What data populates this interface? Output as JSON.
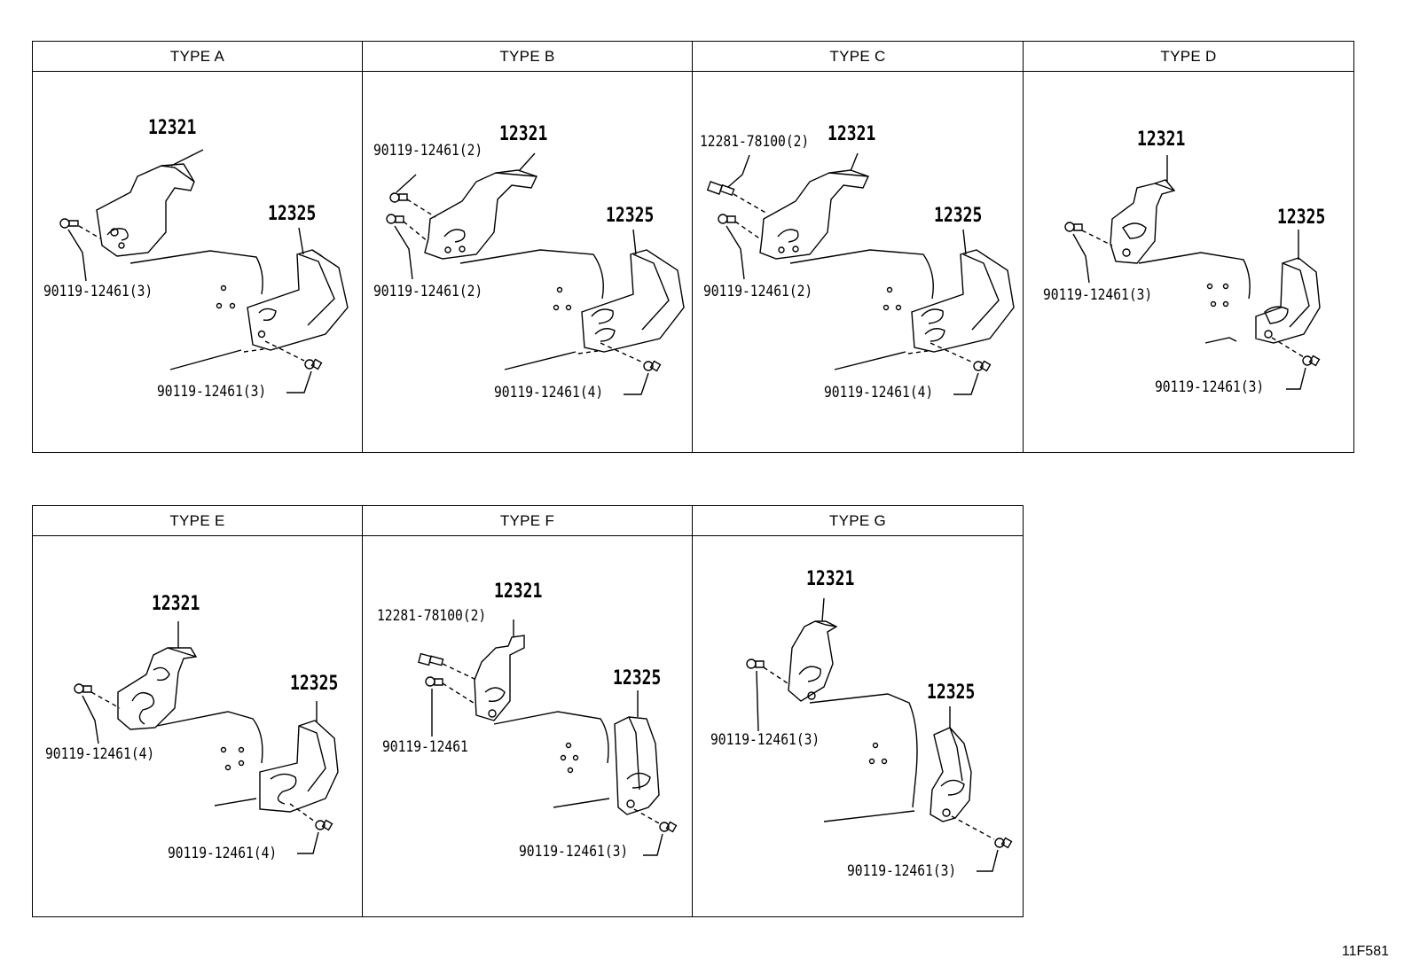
{
  "panels": [
    {
      "title": "TYPE A",
      "labels": {
        "bracket_upper": "12321",
        "bracket_lower": "12325",
        "bolt_upper": "90119-12461(3)",
        "bolt_lower": "90119-12461(3)"
      }
    },
    {
      "title": "TYPE B",
      "labels": {
        "bracket_upper": "12321",
        "bracket_lower": "12325",
        "bolt_top": "90119-12461(2)",
        "bolt_upper": "90119-12461(2)",
        "bolt_lower": "90119-12461(4)"
      }
    },
    {
      "title": "TYPE C",
      "labels": {
        "bracket_upper": "12321",
        "bracket_lower": "12325",
        "stud_top": "12281-78100(2)",
        "bolt_upper": "90119-12461(2)",
        "bolt_lower": "90119-12461(4)"
      }
    },
    {
      "title": "TYPE D",
      "labels": {
        "bracket_upper": "12321",
        "bracket_lower": "12325",
        "bolt_upper": "90119-12461(3)",
        "bolt_lower": "90119-12461(3)"
      }
    },
    {
      "title": "TYPE E",
      "labels": {
        "bracket_upper": "12321",
        "bracket_lower": "12325",
        "bolt_upper": "90119-12461(4)",
        "bolt_lower": "90119-12461(4)"
      }
    },
    {
      "title": "TYPE F",
      "labels": {
        "bracket_upper": "12321",
        "bracket_lower": "12325",
        "stud_top": "12281-78100(2)",
        "bolt_upper": "90119-12461",
        "bolt_lower": "90119-12461(3)"
      }
    },
    {
      "title": "TYPE G",
      "labels": {
        "bracket_upper": "12321",
        "bracket_lower": "12325",
        "bolt_upper": "90119-12461(3)",
        "bolt_lower": "90119-12461(3)"
      }
    }
  ],
  "catalog_code": "11F581"
}
